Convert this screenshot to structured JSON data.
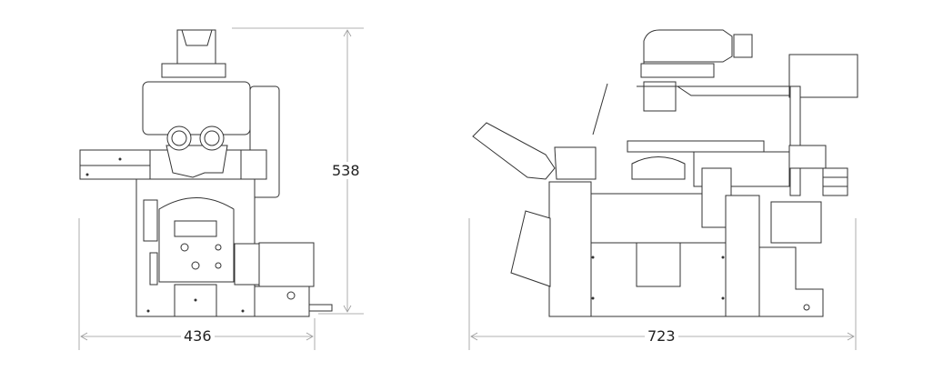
{
  "drawing": {
    "front_view": {
      "width_dimension": "436",
      "height_dimension": "538"
    },
    "side_view": {
      "depth_dimension": "723"
    },
    "line_color": "#333333",
    "dimension_color": "#999999"
  }
}
